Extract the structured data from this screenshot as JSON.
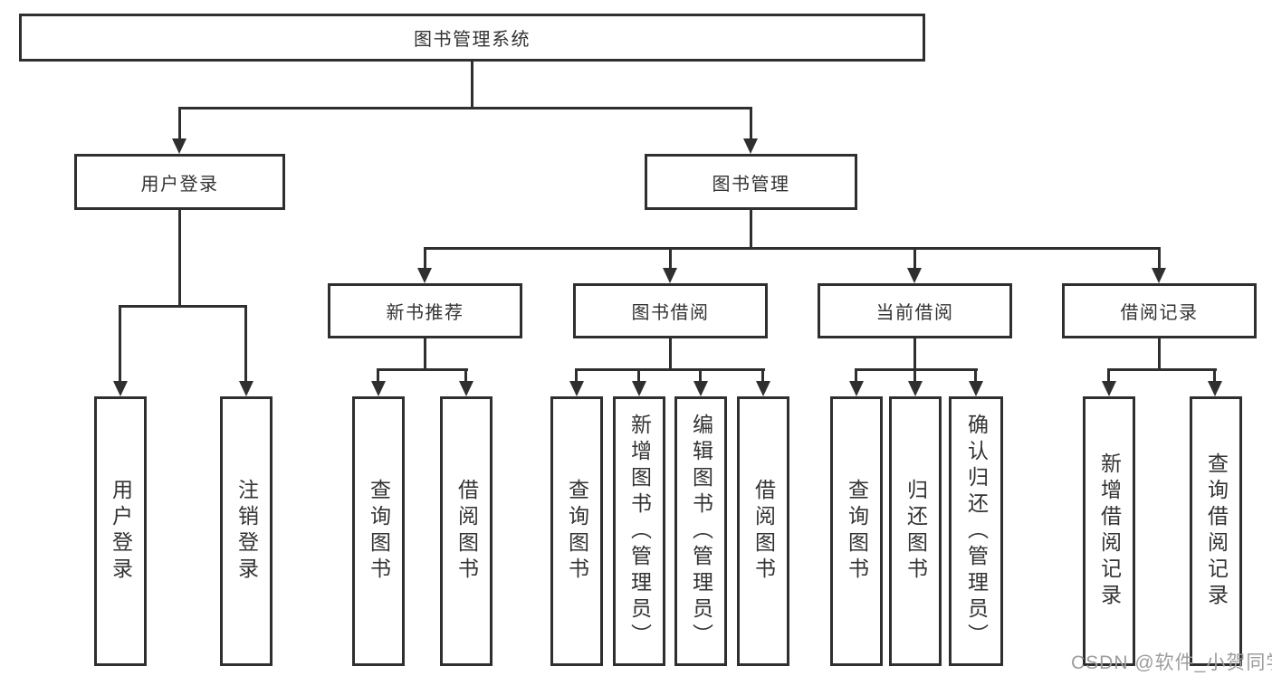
{
  "diagram": {
    "root": {
      "label": "图书管理系统"
    },
    "branches": [
      {
        "label": "用户登录",
        "children": [
          {
            "label": "用户登录"
          },
          {
            "label": "注销登录"
          }
        ]
      },
      {
        "label": "图书管理",
        "children": [
          {
            "label": "新书推荐",
            "children": [
              {
                "label": "查询图书"
              },
              {
                "label": "借阅图书"
              }
            ]
          },
          {
            "label": "图书借阅",
            "children": [
              {
                "label": "查询图书"
              },
              {
                "label": "新增图书（管理员）"
              },
              {
                "label": "编辑图书（管理员）"
              },
              {
                "label": "借阅图书"
              }
            ]
          },
          {
            "label": "当前借阅",
            "children": [
              {
                "label": "查询图书"
              },
              {
                "label": "归还图书"
              },
              {
                "label": "确认归还（管理员）"
              }
            ]
          },
          {
            "label": "借阅记录",
            "children": [
              {
                "label": "新增借阅记录"
              },
              {
                "label": "查询借阅记录"
              }
            ]
          }
        ]
      }
    ]
  },
  "watermark": {
    "text": "CSDN @软件_小贺同学"
  },
  "colors": {
    "line": "#2f2f2f",
    "text": "#333333",
    "watermark": "#9d9d9d",
    "background": "#ffffff"
  }
}
